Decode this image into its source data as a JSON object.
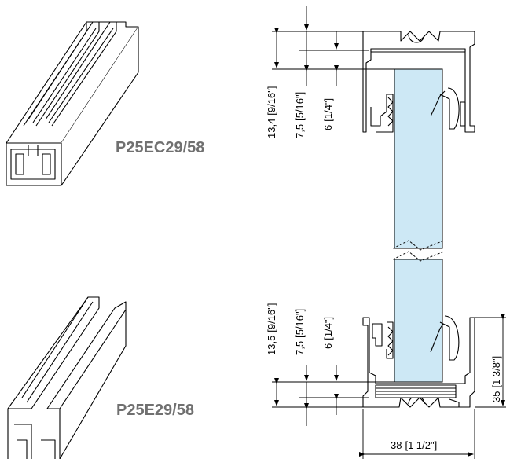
{
  "products": {
    "top": {
      "label": "P25EC29/58"
    },
    "bottom": {
      "label": "P25E29/58"
    }
  },
  "dimensions": {
    "top": {
      "d1": {
        "value": "13,4",
        "imperial": "9/16\""
      },
      "d2": {
        "value": "7,5",
        "imperial": "5/16\""
      },
      "d3": {
        "value": "6",
        "imperial": "1/4\""
      }
    },
    "bottom": {
      "d1": {
        "value": "13,5",
        "imperial": "9/16\""
      },
      "d2": {
        "value": "7,5",
        "imperial": "5/16\""
      },
      "d3": {
        "value": "6",
        "imperial": "1/4\""
      }
    },
    "height": {
      "value": "35",
      "imperial": "1 3/8\""
    },
    "width": {
      "value": "38",
      "imperial": "1 1/2\""
    }
  },
  "colors": {
    "glass": "#cde8f5",
    "line": "#000000",
    "label": "#707070"
  }
}
